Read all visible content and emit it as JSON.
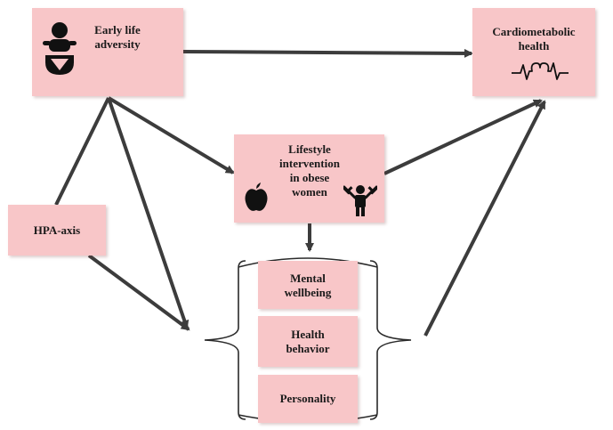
{
  "nodes": {
    "early_life": {
      "label": "Early life\nadversity",
      "icon": "baby-icon"
    },
    "cardio": {
      "label": "Cardiometabolic\nhealth",
      "icon": "heartbeat-icon"
    },
    "lifestyle": {
      "label": "Lifestyle\nintervention\nin obese\nwomen",
      "icons": [
        "apple-icon",
        "dumbbell-person-icon"
      ]
    },
    "hpa": {
      "label": "HPA-axis"
    },
    "mental": {
      "label": "Mental\nwellbeing"
    },
    "health_behavior": {
      "label": "Health\nbehavior"
    },
    "personality": {
      "label": "Personality"
    }
  },
  "colors": {
    "box_fill": "#f8c6c8",
    "arrow": "#3c3c3c",
    "text": "#1a1a1a"
  }
}
